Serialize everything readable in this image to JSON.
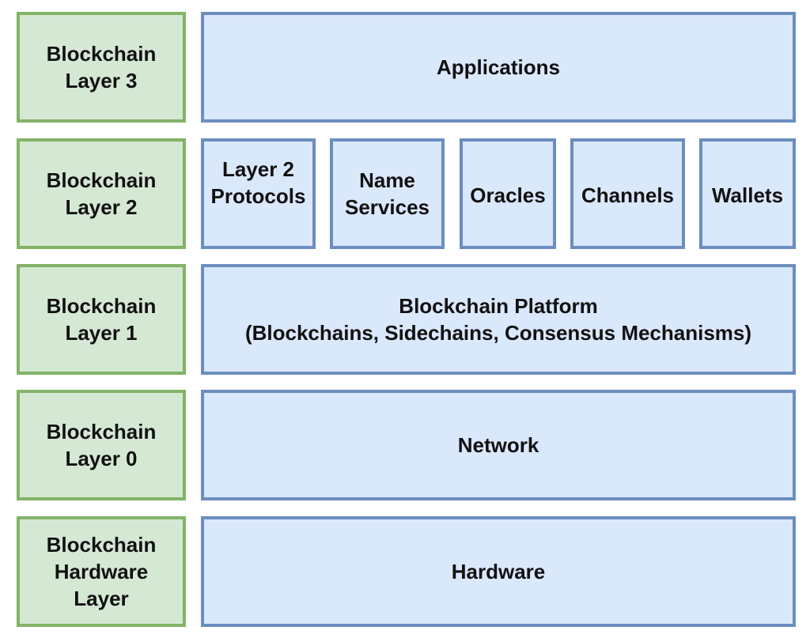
{
  "layers": {
    "layer3": "Blockchain\nLayer 3",
    "layer2": "Blockchain\nLayer 2",
    "layer1": "Blockchain\nLayer 1",
    "layer0": "Blockchain\nLayer 0",
    "hardware_layer": "Blockchain\nHardware\nLayer"
  },
  "components": {
    "applications": "Applications",
    "layer2_items": [
      "Layer 2\nProtocols",
      "Name\nServices",
      "Oracles",
      "Channels",
      "Wallets"
    ],
    "platform": "Blockchain Platform\n(Blockchains, Sidechains, Consensus Mechanisms)",
    "network": "Network",
    "hardware": "Hardware"
  },
  "colors": {
    "layer_fill": "#d5e8d4",
    "layer_border": "#82b366",
    "component_fill": "#dae8fc",
    "component_border": "#6c8ebf"
  }
}
